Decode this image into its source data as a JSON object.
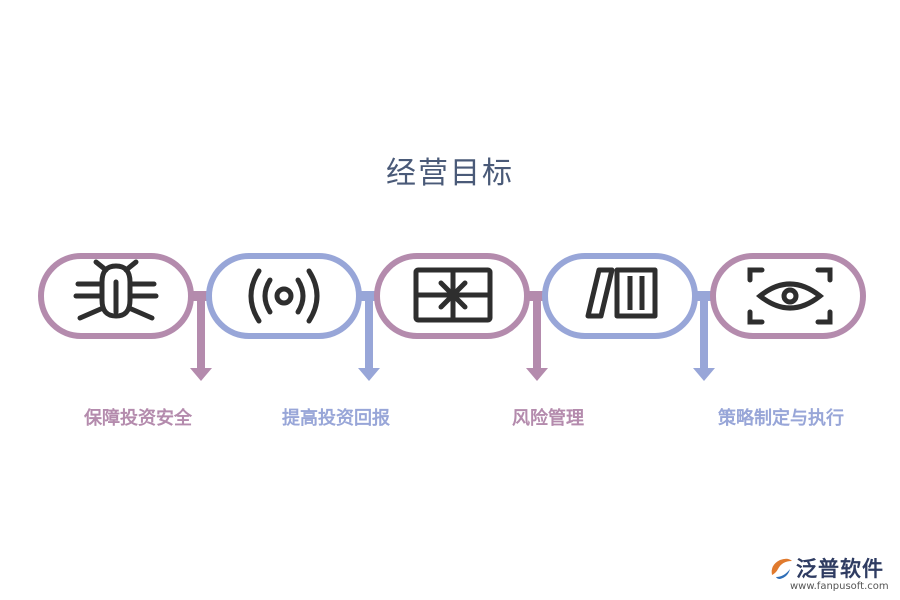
{
  "title": "经营目标",
  "colors": {
    "mauve": "#b48bad",
    "periwinkle": "#98a6d8",
    "icon": "#2e2e2e",
    "title": "#4a5a78"
  },
  "nodes": [
    {
      "icon": "bug-icon",
      "color": "mauve"
    },
    {
      "icon": "radio-signal-icon",
      "color": "periwinkle"
    },
    {
      "icon": "gift-box-icon",
      "color": "mauve"
    },
    {
      "icon": "server-bars-icon",
      "color": "periwinkle"
    },
    {
      "icon": "eye-scan-icon",
      "color": "mauve"
    }
  ],
  "labels": [
    {
      "text": "保障投资安全",
      "color": "mauve"
    },
    {
      "text": "提高投资回报",
      "color": "periwinkle"
    },
    {
      "text": "风险管理",
      "color": "mauve"
    },
    {
      "text": "策略制定与执行",
      "color": "periwinkle"
    }
  ],
  "logo": {
    "name": "泛普软件",
    "url": "www.fanpusoft.com"
  }
}
